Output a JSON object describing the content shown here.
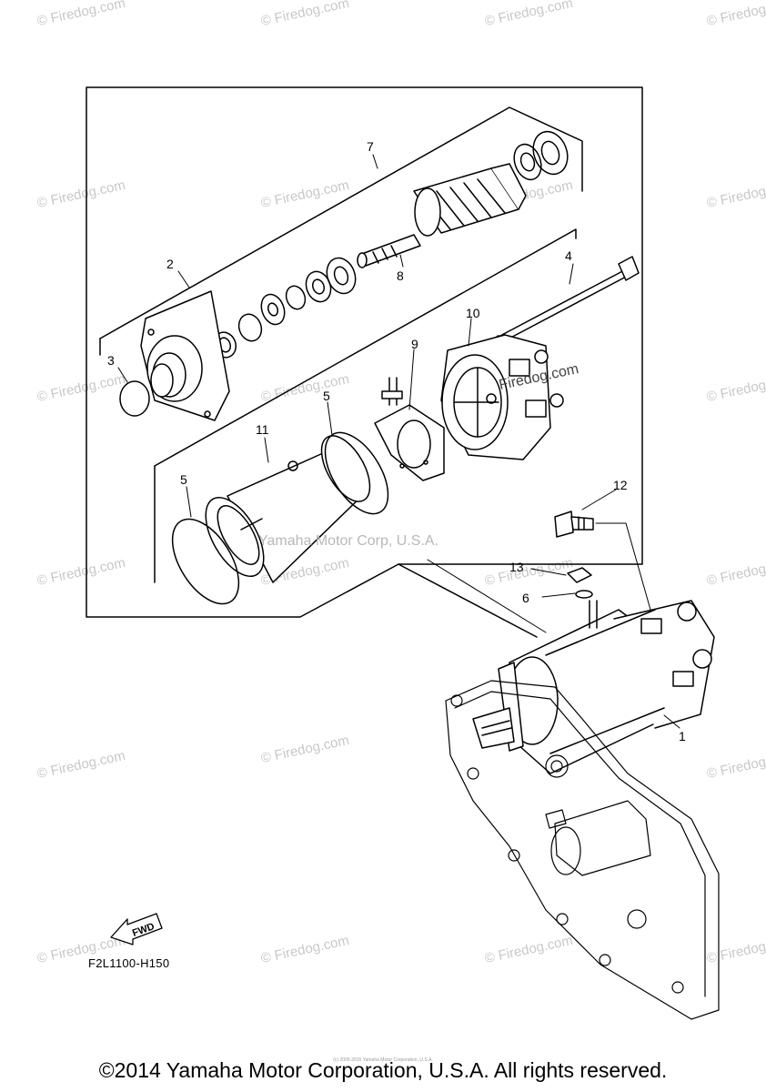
{
  "watermark": {
    "text": "© Firedog.com"
  },
  "center_watermark": "Yamaha Motor Corp, U.S.A.",
  "fd_watermark": "Firedog.com",
  "callouts": [
    "1",
    "2",
    "3",
    "4",
    "5",
    "5",
    "6",
    "7",
    "8",
    "9",
    "10",
    "11",
    "12",
    "13"
  ],
  "fwd_label": "FWD",
  "diagram_code": "F2L1100-H150",
  "tiny_copyright": "(c) 2005-2015 Yamaha Motor Corporation, U.S.A.",
  "copyright": "©2014 Yamaha Motor Corporation, U.S.A. All rights reserved."
}
